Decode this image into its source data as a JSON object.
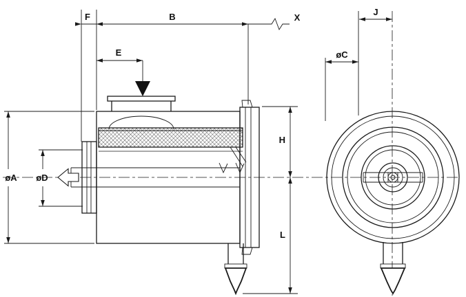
{
  "page": {
    "background": "#ffffff",
    "line_color": "#1a1a1a"
  },
  "labels": {
    "f": "F",
    "b": "B",
    "x": "X",
    "e": "E",
    "dia_a": "øA",
    "dia_d": "øD",
    "h": "H",
    "l": "L",
    "j": "J",
    "dia_c": "øC"
  }
}
